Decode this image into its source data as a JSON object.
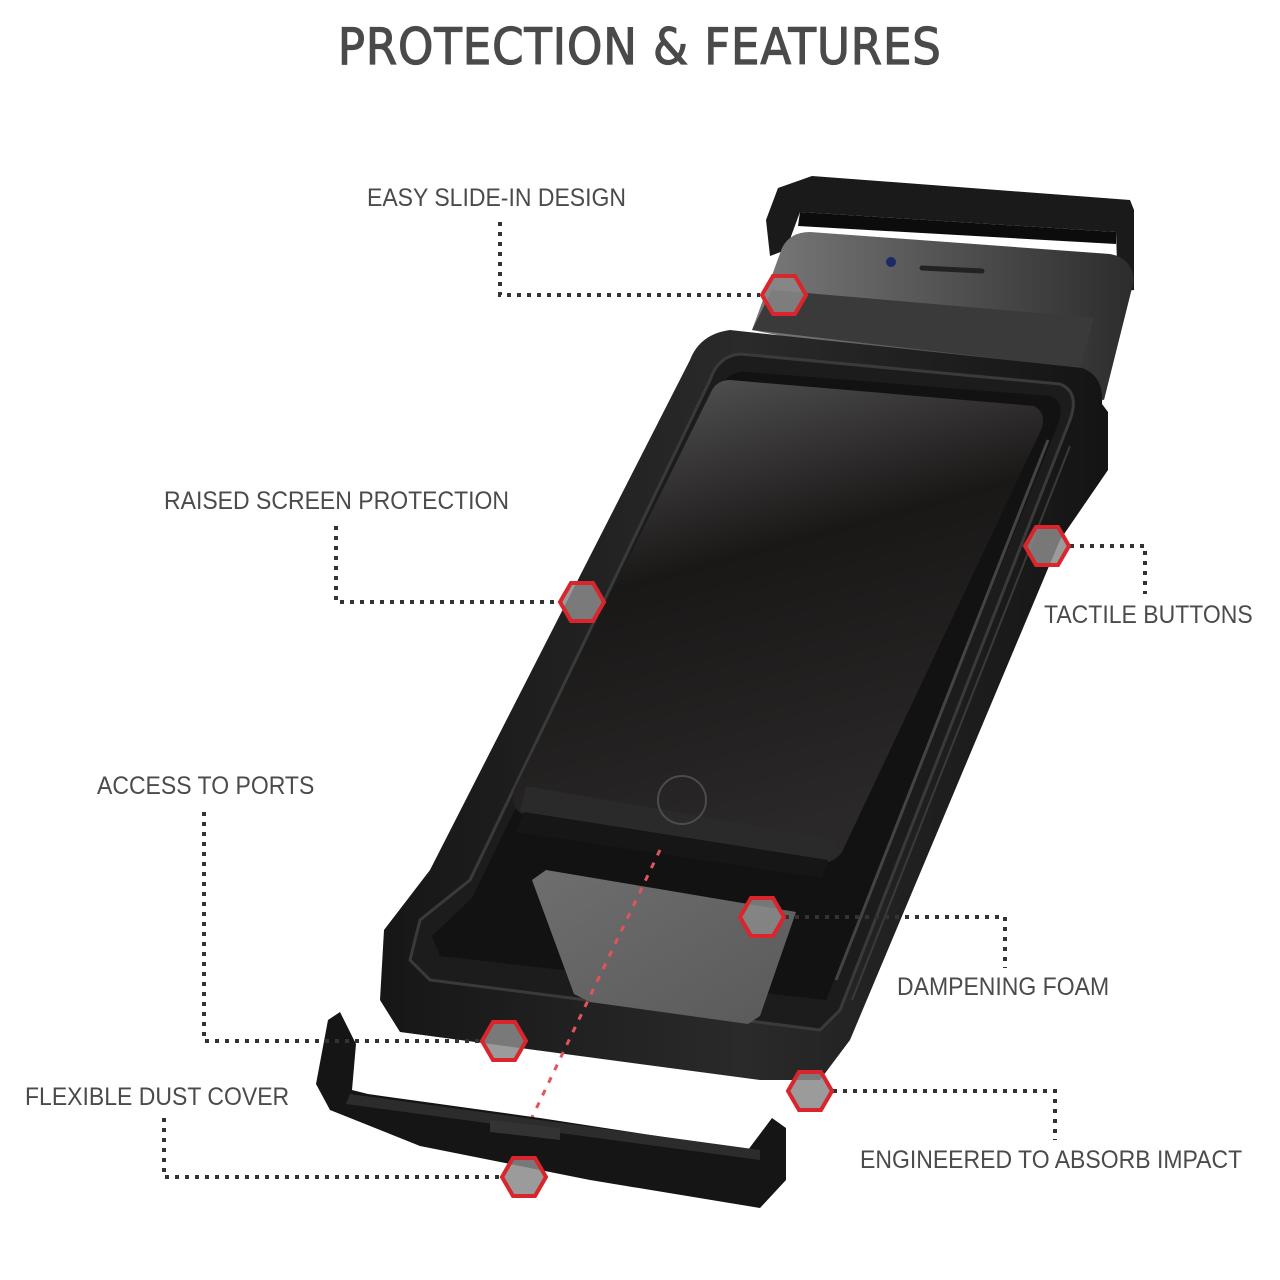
{
  "title": "PROTECTION & FEATURES",
  "colors": {
    "title_text": "#4a4a4a",
    "label_text": "#4b4b4b",
    "callout_line": "#333333",
    "hexagon_stroke": "#d9252b",
    "hexagon_fill": "#8a8a8a",
    "case_body": "#1e1e1e",
    "background": "#ffffff"
  },
  "features": [
    {
      "id": "slide-in",
      "label": "EASY SLIDE-IN DESIGN",
      "side": "left"
    },
    {
      "id": "screen-protection",
      "label": "RAISED SCREEN PROTECTION",
      "side": "left"
    },
    {
      "id": "tactile-buttons",
      "label": "TACTILE BUTTONS",
      "side": "right"
    },
    {
      "id": "ports",
      "label": "ACCESS TO PORTS",
      "side": "left"
    },
    {
      "id": "dampening-foam",
      "label": "DAMPENING FOAM",
      "side": "right"
    },
    {
      "id": "dust-cover",
      "label": "FLEXIBLE DUST COVER",
      "side": "left"
    },
    {
      "id": "absorb-impact",
      "label": "ENGINEERED TO ABSORB IMPACT",
      "side": "right"
    }
  ],
  "product": {
    "name": "rugged phone case exploded view",
    "parts": [
      "top end cap",
      "phone",
      "main case frame",
      "dampening foam pad",
      "bottom dust cover"
    ]
  }
}
